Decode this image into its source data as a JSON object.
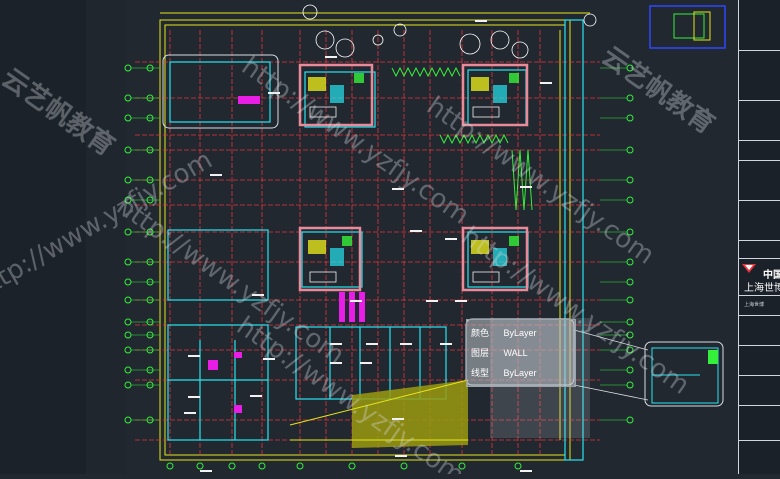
{
  "app": {
    "kind": "CAD drawing viewer"
  },
  "watermark": {
    "text_cn": "云艺帆教育",
    "url": "http://www.yzfjy.com"
  },
  "title_block": {
    "company_cn": "中国",
    "company_sh": "上海世博",
    "sub_label": "上海世博"
  },
  "properties_tooltip": {
    "rows": [
      {
        "key": "颜色",
        "value": "ByLayer"
      },
      {
        "key": "图层",
        "value": "WALL"
      },
      {
        "key": "线型",
        "value": "ByLayer"
      }
    ]
  },
  "colors": {
    "background": "#212830",
    "grid_red": "#e8343a",
    "grid_yellow": "#e5e51a",
    "cyan": "#26e4f0",
    "green": "#35f03a",
    "magenta": "#e91ee6",
    "white": "#f2f2f2",
    "blue": "#2d47ff"
  }
}
